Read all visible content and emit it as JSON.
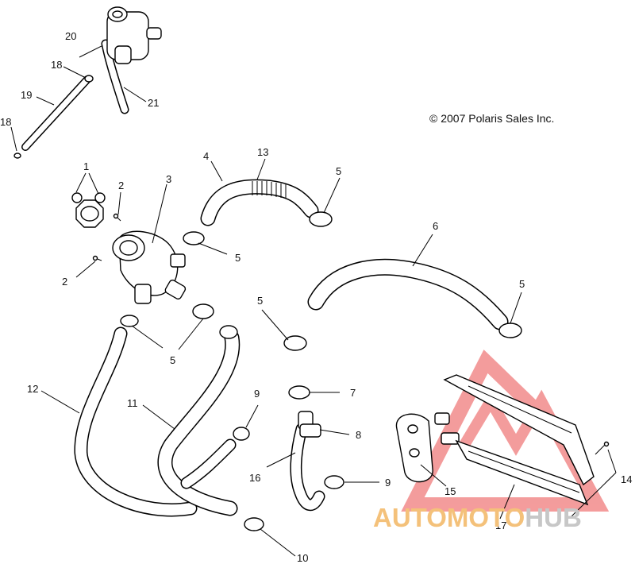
{
  "copyright": "© 2007 Polaris Sales Inc.",
  "watermark": {
    "word_part1": "AUTOMOTO",
    "word_part2": "HUB",
    "color_part1": "#f4c17a",
    "color_part2": "#c7c7c7",
    "logo_color": "#f28b8b"
  },
  "callouts": {
    "c1": "1",
    "c2a": "2",
    "c2b": "2",
    "c3": "3",
    "c4": "4",
    "c5a": "5",
    "c5b": "5",
    "c5c": "5",
    "c5d": "5",
    "c5e": "5",
    "c6": "6",
    "c7": "7",
    "c8": "8",
    "c9a": "9",
    "c9b": "9",
    "c10": "10",
    "c11": "11",
    "c12": "12",
    "c13": "13",
    "c14": "14",
    "c15": "15",
    "c16": "16",
    "c17": "17",
    "c18a": "18",
    "c18b": "18",
    "c19": "19",
    "c20": "20",
    "c21": "21"
  }
}
